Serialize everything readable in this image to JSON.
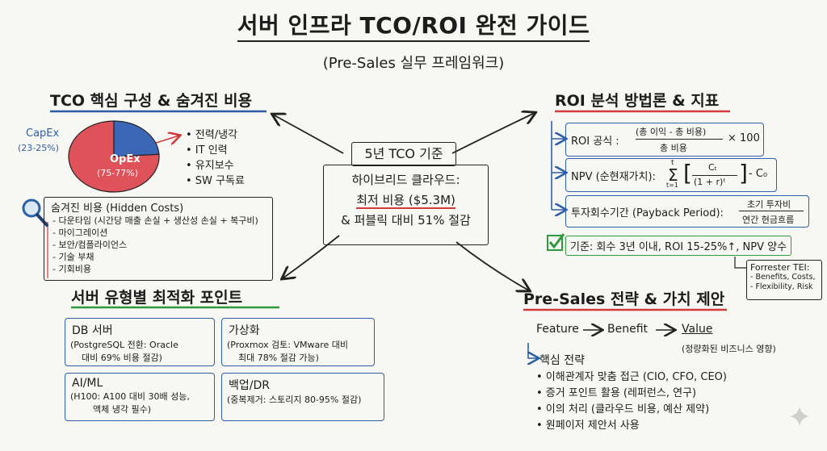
{
  "title": "서버 인프라 TCO/ROI 완전 가이드",
  "subtitle": "(Pre-Sales 실무 프레임워크)",
  "center": {
    "label": "5년 TCO 기준",
    "line1": "하이브리드 클라우드:",
    "line2": "최저 비용 ($5.3M)",
    "line3": "& 퍼블릭 대비 51% 절감"
  },
  "tco": {
    "heading": "TCO 핵심 구성 & 숨겨진 비용",
    "capex_label": "CapEx",
    "capex_pct": "(23-25%)",
    "opex_label": "OpEx",
    "opex_pct": "(75-77%)",
    "pie_capex_share": 0.24,
    "opex_items": [
      "• 전력/냉각",
      "• IT 인력",
      "• 유지보수",
      "• SW 구독료"
    ],
    "hidden_title": "숨겨진 비용 (Hidden Costs)",
    "hidden_items": [
      "- 다운타임 (시간당 매출 손실 + 생산성 손실 + 복구비)",
      "- 마이그레이션",
      "- 보안/컴플라이언스",
      "- 기술 부채",
      "- 기회비용"
    ]
  },
  "roi": {
    "heading": "ROI 분석 방법론 & 지표",
    "formula_label": "ROI 공식 :",
    "formula_num": "(총 이익 - 총 비용)",
    "formula_den": "총 비용",
    "formula_mult": "× 100",
    "npv_label": "NPV (순현재가치):",
    "npv_sum_top": "t",
    "npv_sum_bottom": "t=1",
    "npv_num": "Cₜ",
    "npv_den": "(1 + r)ᵗ",
    "npv_tail": "- C₀",
    "payback_label": "투자회수기간 (Payback Period):",
    "payback_num": "초기 투자비",
    "payback_den": "연간 현금흐름",
    "criteria": "기준: 회수 3년 이내, ROI 15-25%↑, NPV 양수",
    "forrester_title": "Forrester TEI:",
    "forrester_items": [
      "- Benefits, Costs,",
      "- Flexibility, Risk"
    ]
  },
  "server": {
    "heading": "서버 유형별 최적화 포인트",
    "boxes": [
      {
        "title": "DB 서버",
        "l1": "(PostgreSQL 전환: Oracle",
        "l2": "대비 69% 비용 절감)"
      },
      {
        "title": "가상화",
        "l1": "(Proxmox 검토: VMware 대비",
        "l2": "최대 78% 절감 가능)"
      },
      {
        "title": "AI/ML",
        "l1": "(H100: A100 대비 30배 성능,",
        "l2": "액체 냉각 필수)"
      },
      {
        "title": "백업/DR",
        "l1": "(중복제거: 스토리지 80-95% 절감)",
        "l2": ""
      }
    ]
  },
  "presales": {
    "heading": "Pre-Sales 전략 & 가치 제안",
    "feature": "Feature",
    "benefit": "Benefit",
    "value": "Value",
    "value_note": "(정량화된 비즈니스 영향)",
    "strategy_title": "핵심 전략",
    "strategy_items": [
      "• 이해관계자 맞춤 접근 (CIO, CFO, CEO)",
      "• 증거 포인트 활용 (레퍼런스, 연구)",
      "• 이의 처리 (클라우드 비용, 예산 제약)",
      "• 원페이저 제안서 사용"
    ]
  },
  "colors": {
    "ink": "#1c1c1c",
    "red": "#d23a3a",
    "blue": "#2d5fa8",
    "green": "#2f9a3c",
    "capex_blue": "#3c67b8",
    "opex_red": "#e0525a"
  }
}
